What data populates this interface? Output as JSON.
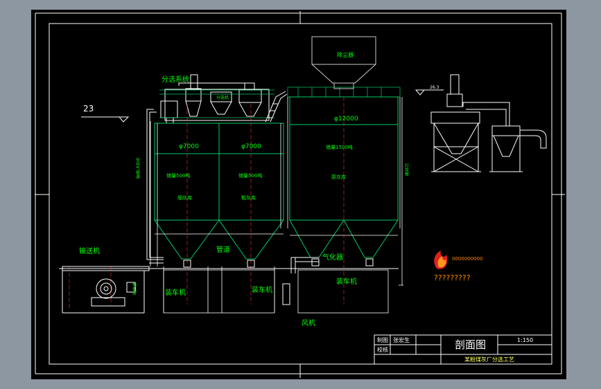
{
  "colors": {
    "app_background": "#8d97a1",
    "sheet": "#000000",
    "frame_line": "#ffffff",
    "label_green": "#00ff00",
    "silo_body": "#00cc66",
    "pipe": "#ffffff",
    "dust_collector_gray": "#c8c8c8",
    "logo_red": "#e02020",
    "logo_orange": "#ff9a1a",
    "logo_text": "#ffaa33"
  },
  "icons": {
    "level_marker": "inverted-triangle-icon",
    "logo": "flame-logo-icon"
  },
  "labels": {
    "fenxuan_xitong": "分选系统",
    "chuchen_qi_top": "除尘器",
    "fenxuan_ji": "分选机",
    "dia_left": "φ7000",
    "dia_mid": "φ7000",
    "dia_big": "φ12000",
    "storage_left": "储量500吨",
    "storage_mid": "储量500吨",
    "storage_big": "储量1500吨",
    "ash_left": "细灰库",
    "ash_mid": "粗灰库",
    "ash_big": "原灰库",
    "pipe_side_left": "至中气管道",
    "pipe_side_right": "灯灰管",
    "shusong_ji": "输送机",
    "guandao": "管道",
    "qihua_qi": "气化器",
    "zhuangche_ji_1": "装车机",
    "zhuangche_ji_2": "装车机",
    "zhuangche_ji_3": "装车机",
    "feng_ji": "风机",
    "motor_room": "电机房",
    "level_left": "23",
    "level_right": "26.3",
    "logo_text_1": "0000000000",
    "logo_text_2": "?????????"
  },
  "title_block": {
    "row1_label": "制图",
    "row1_name": "张宏生",
    "row2_label": "校核",
    "drawing_title": "剖面图",
    "scale": "1:150",
    "project": "某粉煤灰厂分选工艺"
  }
}
